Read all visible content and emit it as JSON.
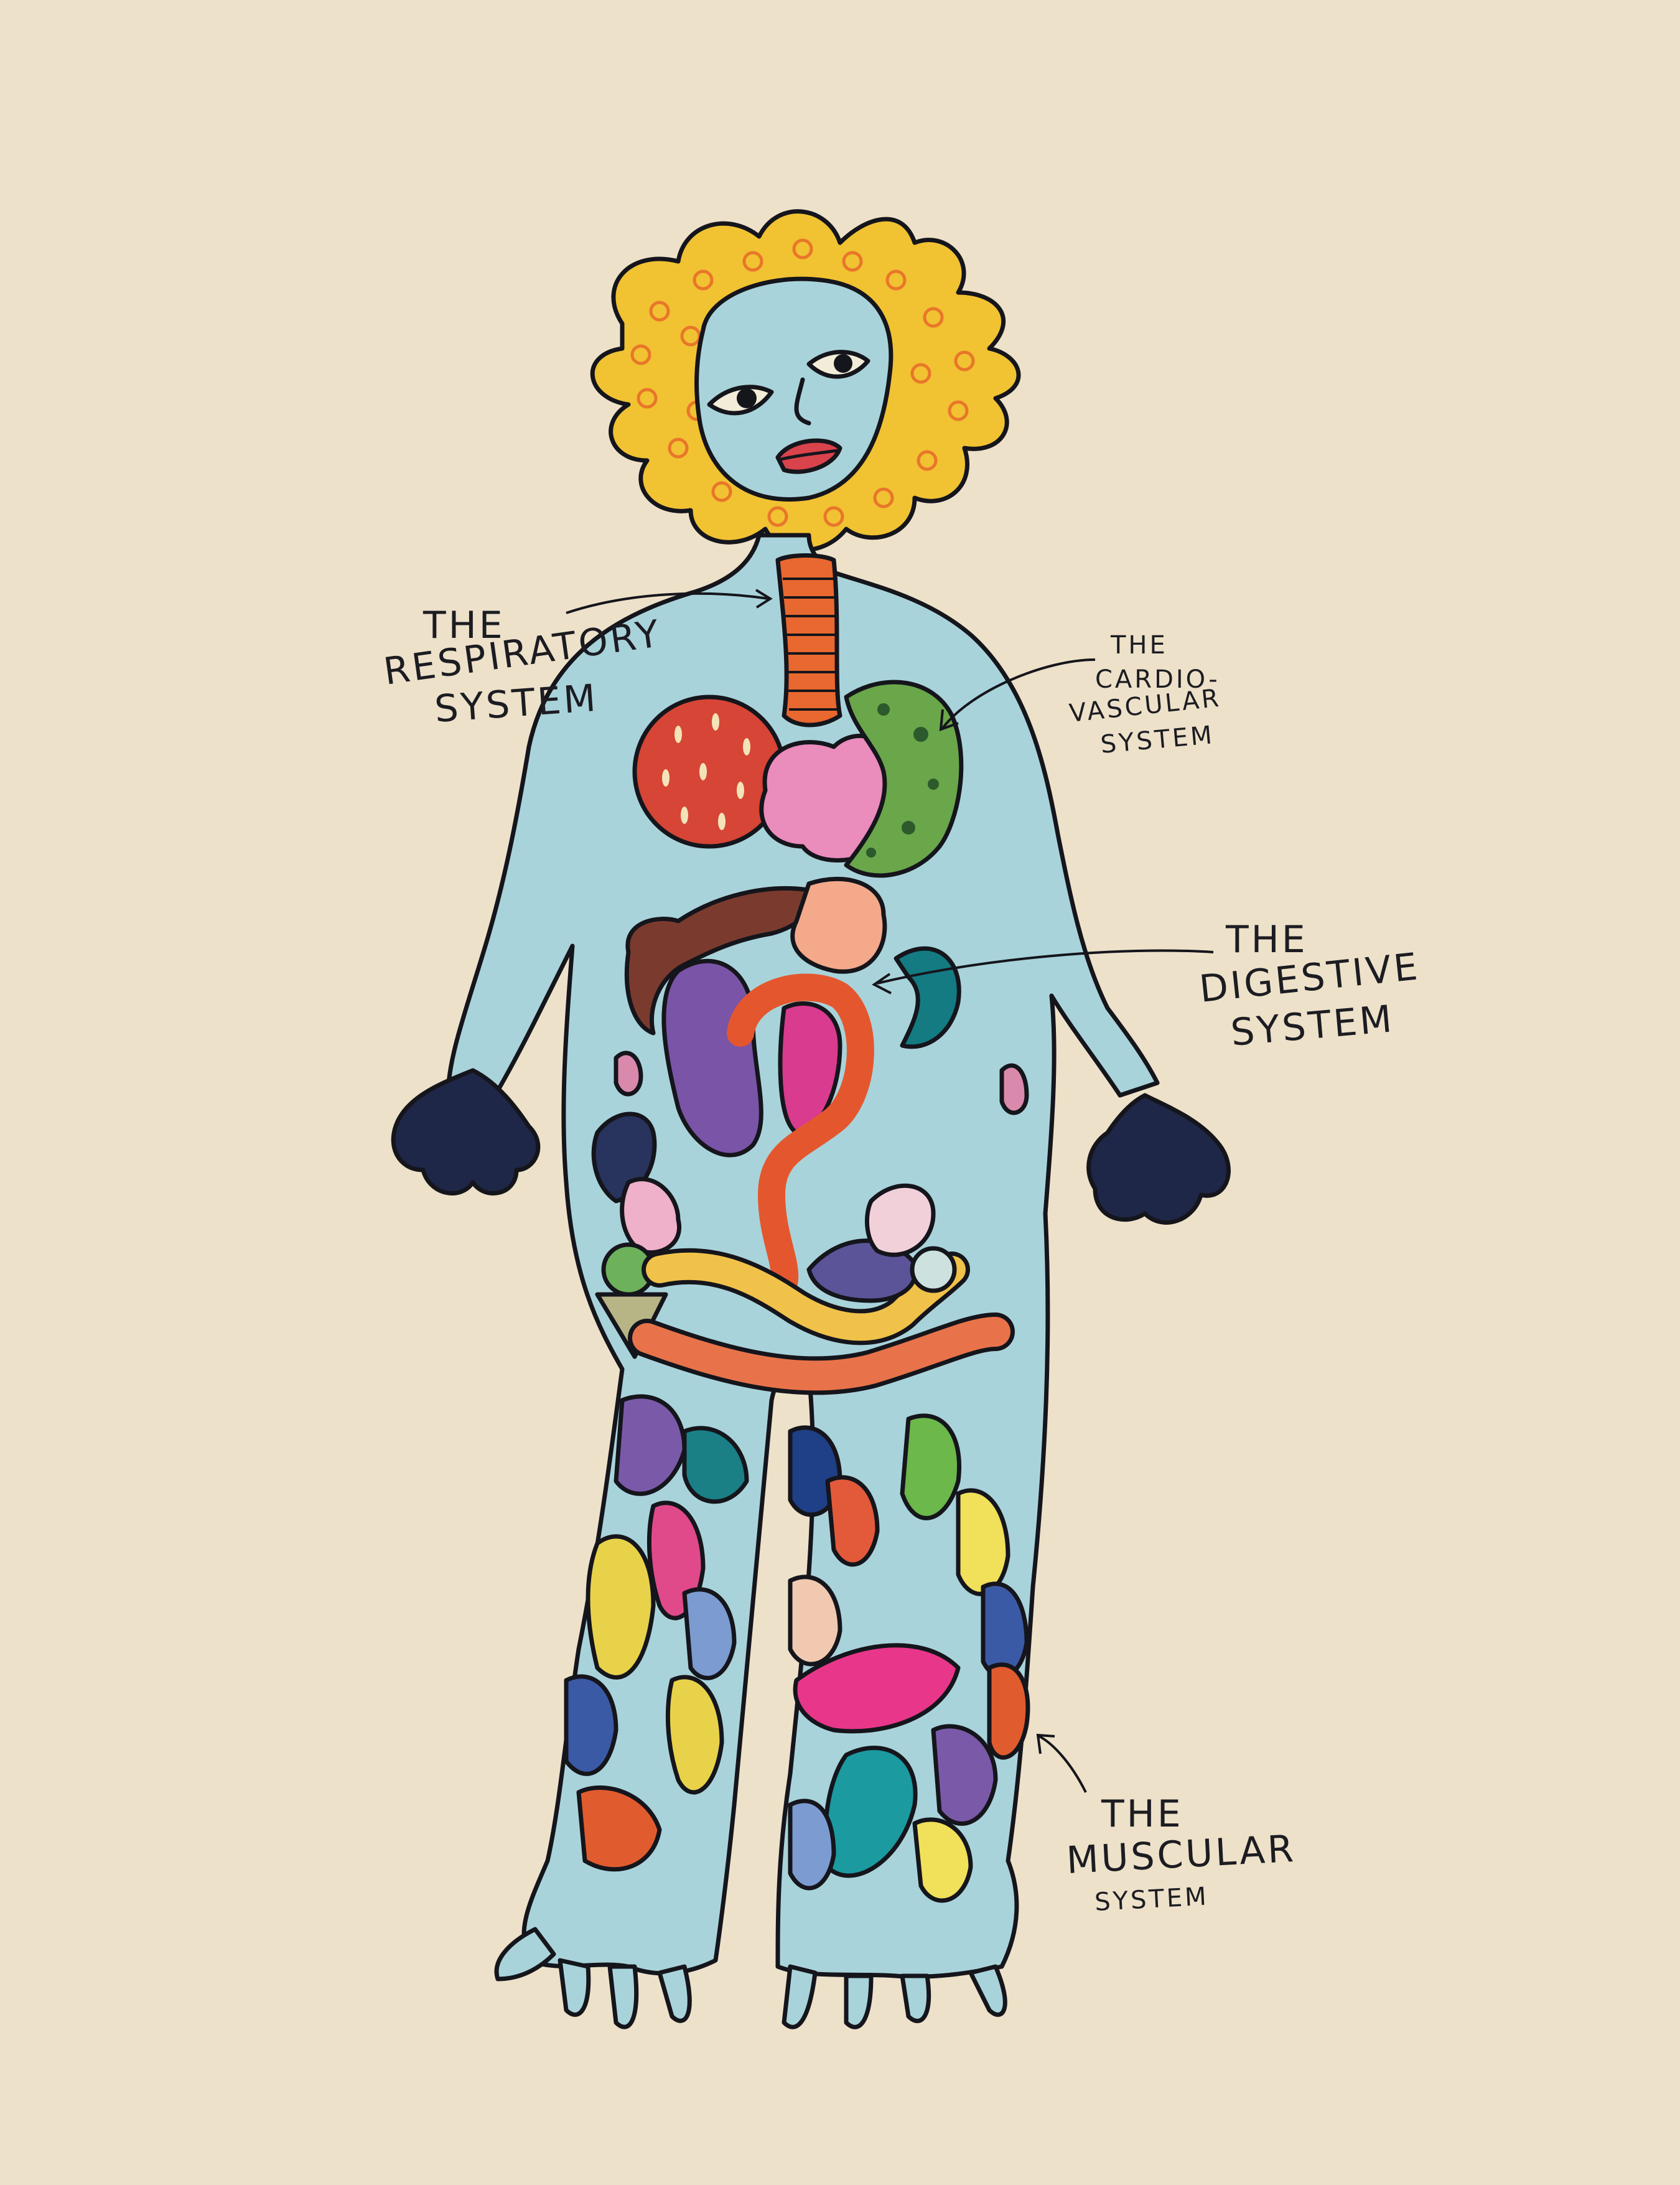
{
  "labels": {
    "respiratory": {
      "line1": "THE",
      "line2": "RESPIRATORY",
      "line3": "SYSTEM"
    },
    "cardiovascular": {
      "line1": "THE",
      "line2": "CARDIO-",
      "line3": "VASCULAR",
      "line4": "SYSTEM"
    },
    "digestive": {
      "line1": "THE",
      "line2": "DIGESTIVE",
      "line3": "SYSTEM"
    },
    "muscular": {
      "line1": "THE",
      "line2": "MUSCULAR",
      "line3": "SYSTEM"
    }
  },
  "colors": {
    "background": "#ede1c9",
    "skin": "#a9d3da",
    "hair": "#f1c232",
    "hands": "#1f2748",
    "outline": "#15151c"
  }
}
